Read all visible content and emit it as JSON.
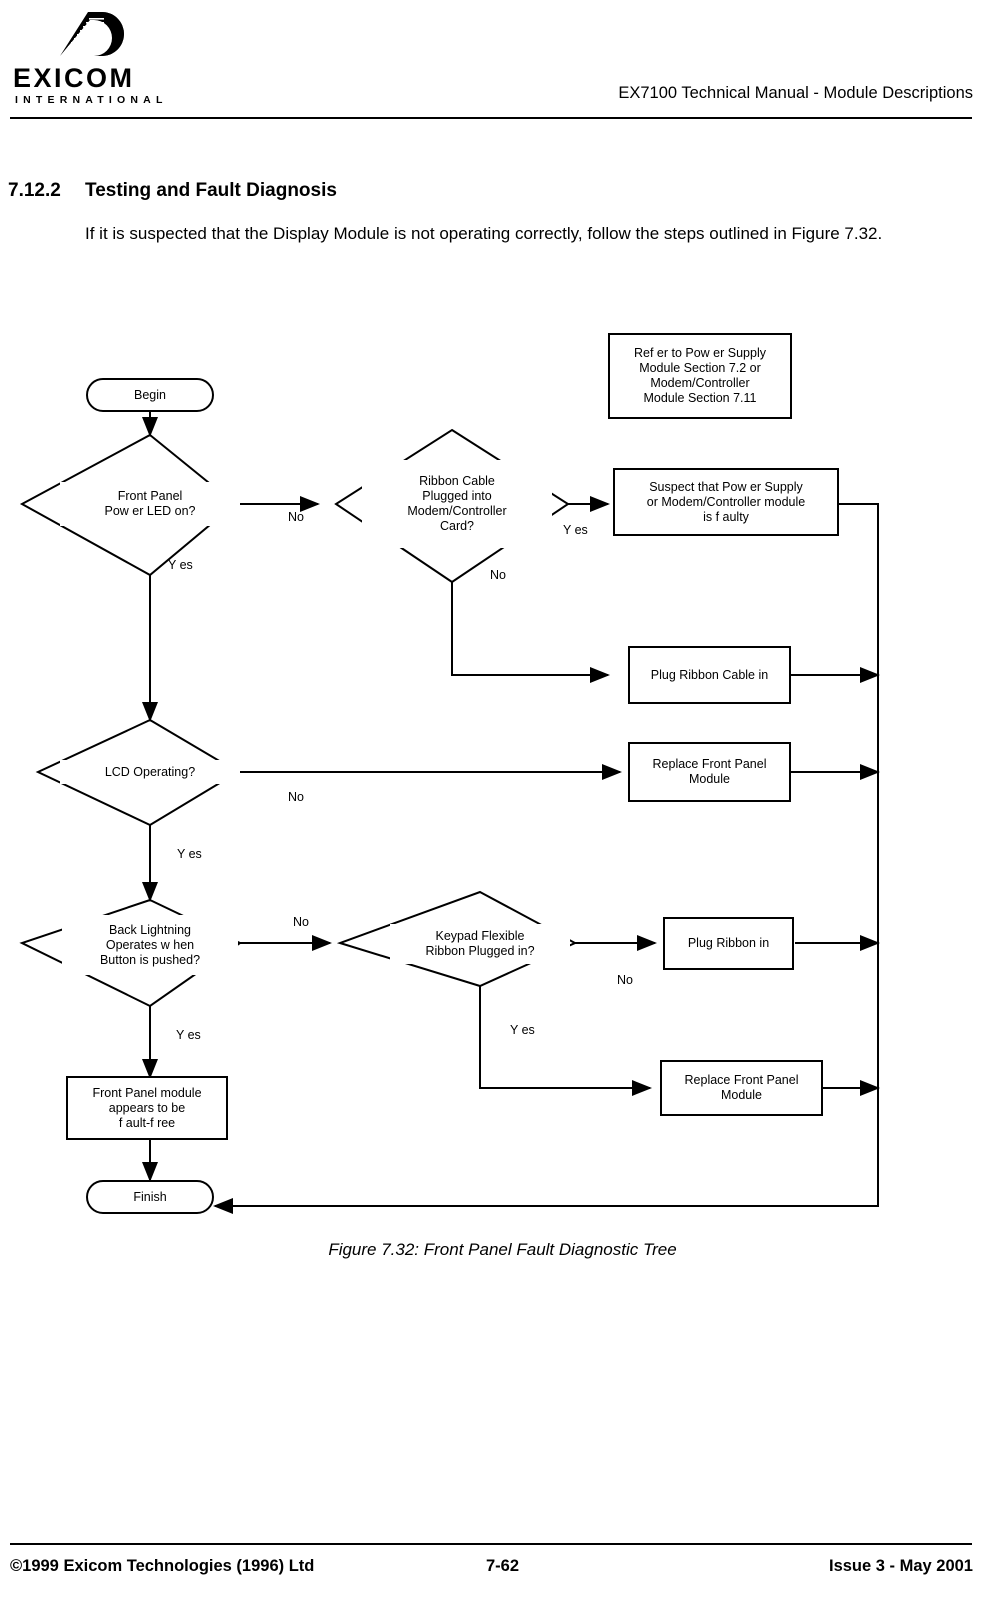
{
  "header": {
    "logo_word": "EXICOM",
    "logo_sub": "INTERNATIONAL",
    "title": "EX7100 Technical Manual - Module Descriptions"
  },
  "section": {
    "number": "7.12.2",
    "title": "Testing and Fault Diagnosis",
    "paragraph": "If it is suspected that the Display Module is not operating correctly, follow the steps outlined in Figure 7.32."
  },
  "figure": {
    "caption": "Figure 7.32: Front Panel Fault Diagnostic Tree",
    "nodes": [
      {
        "id": "begin",
        "text": "Begin"
      },
      {
        "id": "led",
        "text": "Front Panel\nPow er LED on?"
      },
      {
        "id": "ribbon",
        "text": "Ribbon Cable\nPlugged into\nModem/Controller\nCard?"
      },
      {
        "id": "refer",
        "text": "Ref er to Pow er Supply\nModule Section 7.2 or\nModem/Controller\nModule Section 7.11"
      },
      {
        "id": "suspect",
        "text": "Suspect that Pow er Supply\nor Modem/Controller module\nis f aulty"
      },
      {
        "id": "plugribbon",
        "text": "Plug Ribbon Cable in"
      },
      {
        "id": "lcd",
        "text": "LCD Operating?"
      },
      {
        "id": "replace1",
        "text": "Replace Front Panel\nModule"
      },
      {
        "id": "backlight",
        "text": "Back Lightning\nOperates w hen\nButton is pushed?"
      },
      {
        "id": "keypad",
        "text": "Keypad Flexible\nRibbon Plugged in?"
      },
      {
        "id": "plugribbon2",
        "text": "Plug Ribbon in"
      },
      {
        "id": "replace2",
        "text": "Replace Front Panel\nModule"
      },
      {
        "id": "faultfree",
        "text": "Front Panel module\nappears to be\nf ault-f ree"
      },
      {
        "id": "finish",
        "text": "Finish"
      }
    ],
    "edge_labels": [
      {
        "id": "led-no",
        "text": "No"
      },
      {
        "id": "led-yes",
        "text": "Y es"
      },
      {
        "id": "ribbon-yes",
        "text": "Y es"
      },
      {
        "id": "ribbon-no",
        "text": "No"
      },
      {
        "id": "lcd-no",
        "text": "No"
      },
      {
        "id": "lcd-yes",
        "text": "Y es"
      },
      {
        "id": "backlight-no",
        "text": "No"
      },
      {
        "id": "backlight-yes",
        "text": "Y es"
      },
      {
        "id": "keypad-no",
        "text": "No"
      },
      {
        "id": "keypad-yes",
        "text": "Y es"
      }
    ]
  },
  "footer": {
    "left": "©1999 Exicom Technologies (1996) Ltd",
    "center": "7-62",
    "right": "Issue 3 - May 2001"
  }
}
